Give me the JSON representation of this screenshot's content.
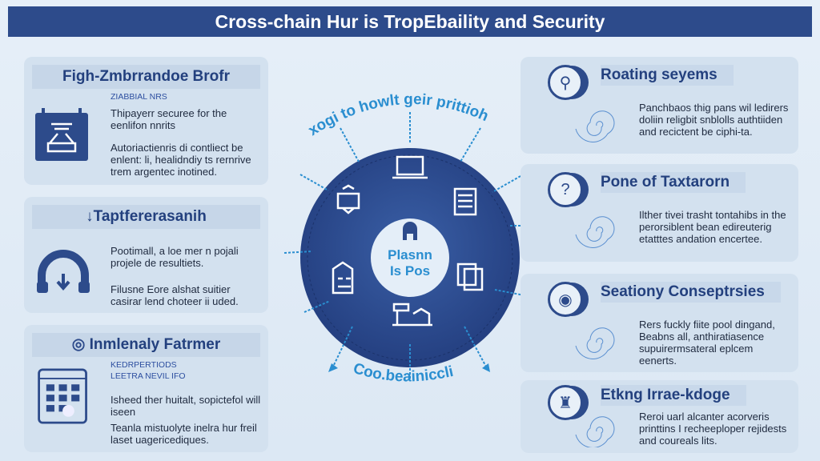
{
  "title": "Cross-chain Hur is TropEbaility and Security",
  "left_cards": [
    {
      "heading": "Figh-Zmbrrandoe Brofr",
      "sub": "ZIABBIAL NRS",
      "icon": "calendar-car-icon",
      "p1": "Thipayerr securee for the eenlifon nnrits",
      "p2": "Autoriactienris di contliect be enlent: li, healidndiy ts rernrive trem argentec inotined."
    },
    {
      "heading": "Taptfererasanih",
      "icon": "headphone-download-icon",
      "p1": "Pootimall, a loe mer n pojali projele de resultiets.",
      "p2": "Filusne Eore alshat suitier casirar lend choteer ii uded."
    },
    {
      "heading": "Inmlenaly Fatrmer",
      "sub": "KEDRPERTIODS",
      "sub2": "LEETRA NEVIL IFO",
      "icon": "calendar-grid-icon",
      "p1": "Isheed ther huitalt, sopictefol will iseen",
      "p2": "Teanla mistuolyte inelra hur freil laset uagericediques."
    }
  ],
  "right_cards": [
    {
      "heading": "Roating seyems",
      "icon": "plug-icon",
      "text": "Panchbaos thig pans wil ledirers doliin religbit snblolls authtiiden and recictent be ciphi-ta."
    },
    {
      "heading": "Pone of Taxtarorn",
      "icon": "question-icon",
      "text": "Ilther tivei trasht tontahibs in the perorsiblent bean edireuterig etatttes andation encertee."
    },
    {
      "heading": "Seationy Conseptrsies",
      "icon": "shield-icon",
      "text": "Rers fuckly fiite pool dingand, Beabns all, anthiratiasence supuirermsateral eplcem eenerts."
    },
    {
      "heading": "Etkng Irrae-kdoge",
      "icon": "jar-icon",
      "text": "Reroi uarl alcanter acorveris printtins I recheeploper rejidests and coureals lits."
    }
  ],
  "hub": {
    "center_line1": "Plasnn",
    "center_line2": "Is Pos",
    "top_arc": "xogi to howlt geir prittioh",
    "bottom_arc": "Coo.beainiccli"
  },
  "colors": {
    "navy": "#2d4b8b",
    "accent": "#2a8ed0"
  }
}
